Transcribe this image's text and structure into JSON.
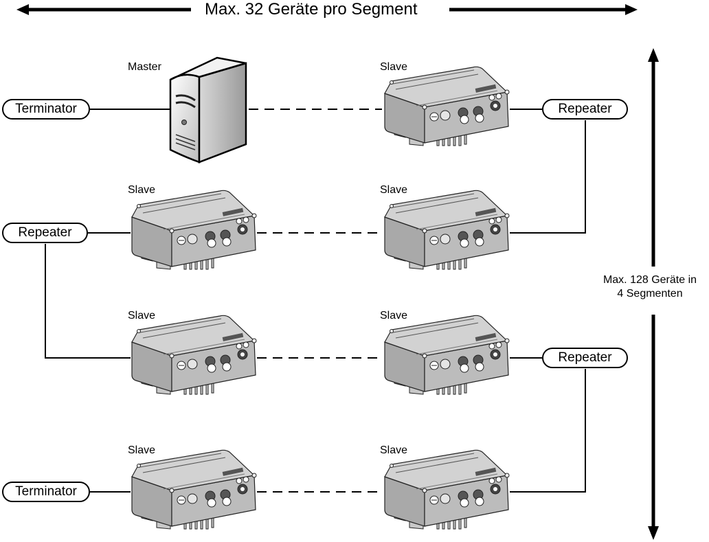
{
  "diagram": {
    "title": "Max. 32 Geräte pro Segment",
    "vertical_label_line1": "Max. 128 Geräte in",
    "vertical_label_line2": "4 Segmenten",
    "colors": {
      "line": "#000000",
      "device_body": "#b8b8b8",
      "device_top": "#d6d6d6",
      "background": "#ffffff"
    },
    "rows": [
      {
        "left_node": "Terminator",
        "devices": [
          {
            "role": "Master",
            "type": "server"
          },
          {
            "role": "Slave",
            "type": "inverter"
          }
        ],
        "right_node": "Repeater"
      },
      {
        "left_node": "Repeater",
        "devices": [
          {
            "role": "Slave",
            "type": "inverter"
          },
          {
            "role": "Slave",
            "type": "inverter"
          }
        ],
        "right_node": null
      },
      {
        "left_node": null,
        "devices": [
          {
            "role": "Slave",
            "type": "inverter"
          },
          {
            "role": "Slave",
            "type": "inverter"
          }
        ],
        "right_node": "Repeater"
      },
      {
        "left_node": "Terminator",
        "devices": [
          {
            "role": "Slave",
            "type": "inverter"
          },
          {
            "role": "Slave",
            "type": "inverter"
          }
        ],
        "right_node": null
      }
    ],
    "labels": {
      "r0_left": "Terminator",
      "r0_dev0": "Master",
      "r0_dev1": "Slave",
      "r0_right": "Repeater",
      "r1_left": "Repeater",
      "r1_dev0": "Slave",
      "r1_dev1": "Slave",
      "r2_dev0": "Slave",
      "r2_dev1": "Slave",
      "r2_right": "Repeater",
      "r3_left": "Terminator",
      "r3_dev0": "Slave",
      "r3_dev1": "Slave"
    }
  }
}
